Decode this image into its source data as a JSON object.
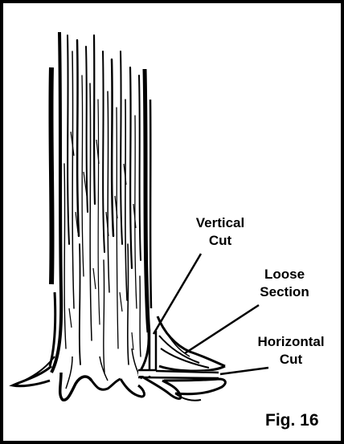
{
  "labels": {
    "vertical_cut": [
      "Vertical",
      "Cut"
    ],
    "loose_section": [
      "Loose",
      "Section"
    ],
    "horizontal_cut": [
      "Horizontal",
      "Cut"
    ]
  },
  "caption": "Fig. 16",
  "colors": {
    "ink": "#000000",
    "background": "#ffffff"
  }
}
